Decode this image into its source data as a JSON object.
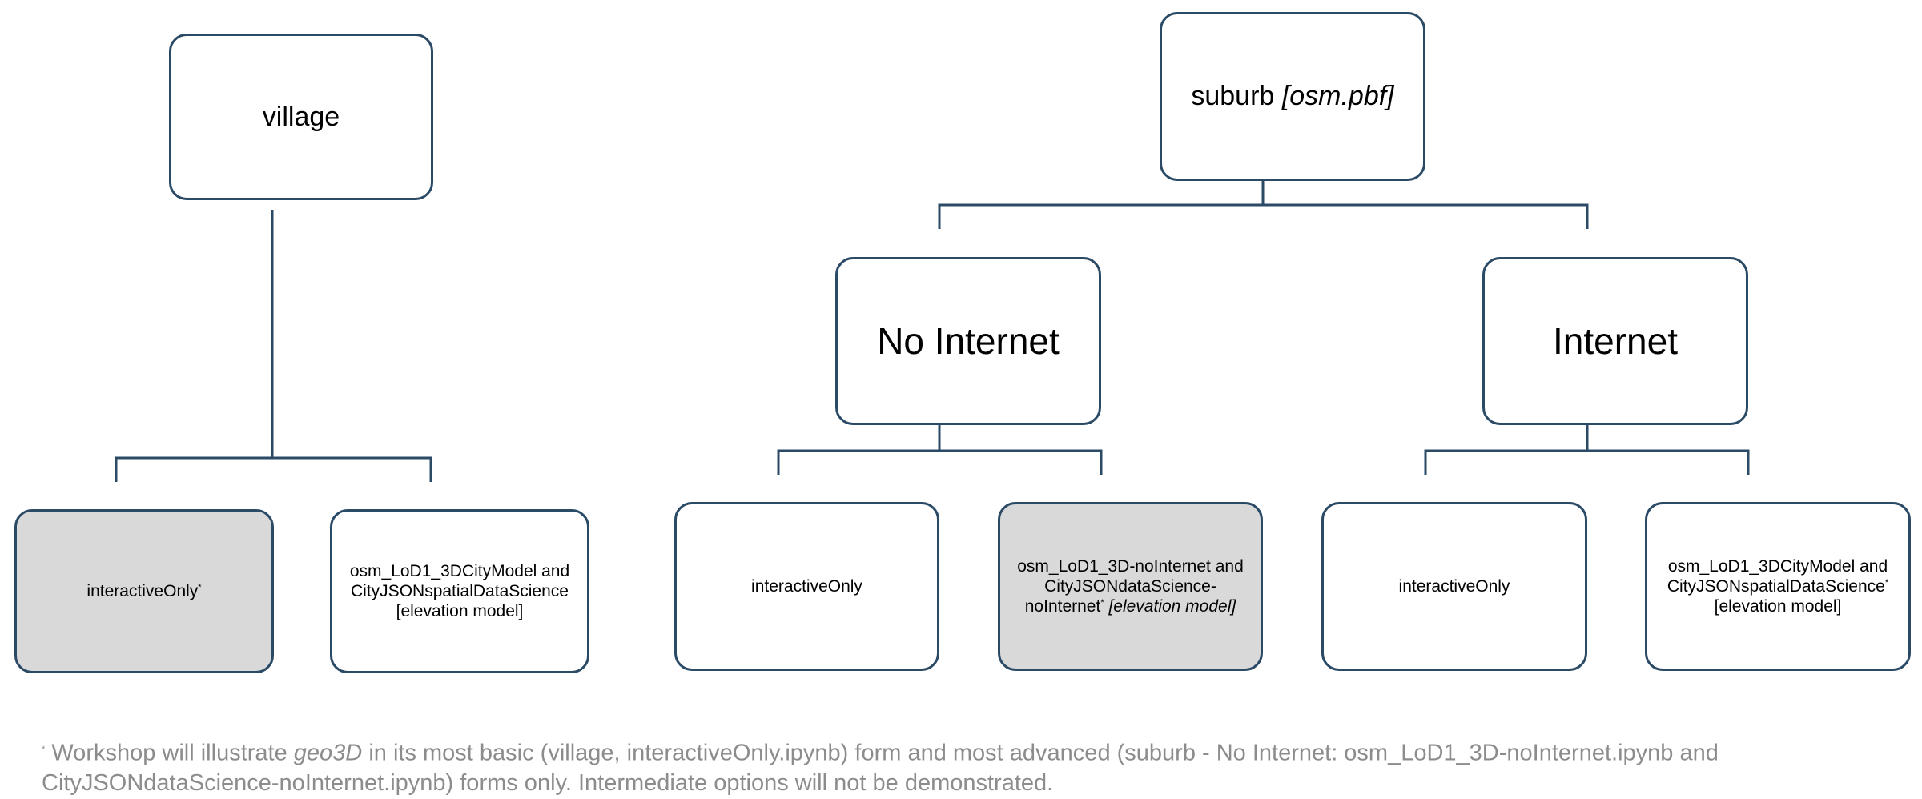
{
  "colors": {
    "border": "#2a4a66",
    "shaded_fill": "#d9d9d9",
    "footnote_text": "#8c8c8c"
  },
  "village": {
    "title": "village",
    "interactive": {
      "label": "interactiveOnly",
      "mark": "*"
    },
    "models": {
      "line1": "osm_LoD1_3DCityModel and",
      "line2": "CityJSONspatialDataScience",
      "line3": "[elevation model]"
    }
  },
  "suburb": {
    "title": "suburb",
    "format": "[osm.pbf]",
    "no_internet": {
      "title": "No Internet",
      "interactive": {
        "label": "interactiveOnly"
      },
      "models": {
        "line1": "osm_LoD1_3D-noInternet and",
        "line2": "CityJSONdataScience-",
        "line3": "noInternet",
        "mark": "*",
        "elevation": "[elevation model]"
      }
    },
    "internet": {
      "title": "Internet",
      "interactive": {
        "label": "interactiveOnly"
      },
      "models": {
        "line1": "osm_LoD1_3DCityModel and",
        "line2": "CityJSONspatialDataScience",
        "mark": "*",
        "line3": "[elevation model]"
      }
    }
  },
  "footnote": {
    "mark": "*",
    "text_before": " Workshop will illustrate ",
    "italic": "geo3D",
    "text_after": " in its most basic (village, interactiveOnly.ipynb) form and most advanced (suburb - No Internet: osm_LoD1_3D-noInternet.ipynb and CityJSONdataScience-noInternet.ipynb) forms only. Intermediate options will not be demonstrated."
  }
}
